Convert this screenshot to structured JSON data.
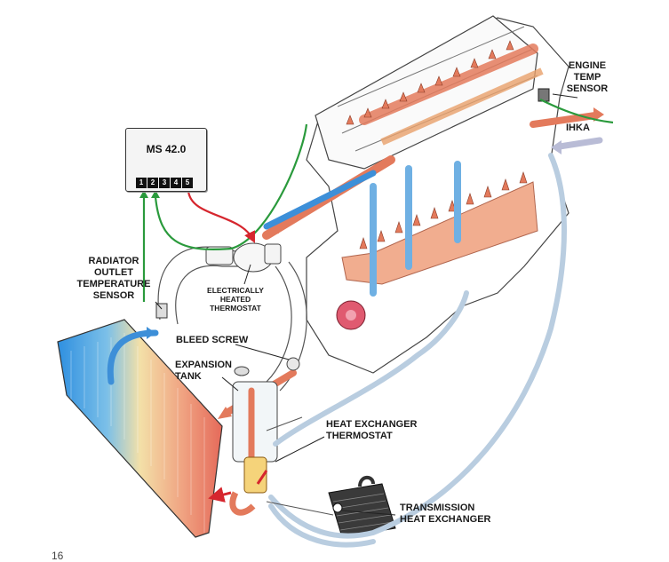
{
  "labels": {
    "ecu": "MS 42.0",
    "ecu_pins": [
      "1",
      "2",
      "3",
      "4",
      "5"
    ],
    "engine_temp_sensor": [
      "ENGINE",
      "TEMP",
      "SENSOR"
    ],
    "ihka": "IHKA",
    "radiator_outlet_sensor": [
      "RADIATOR",
      "OUTLET",
      "TEMPERATURE",
      "SENSOR"
    ],
    "electric_thermostat": [
      "ELECTRICALLY",
      "HEATED",
      "THERMOSTAT"
    ],
    "bleed_screw": "BLEED SCREW",
    "expansion_tank": [
      "EXPANSION",
      "TANK"
    ],
    "heat_exchanger_thermostat": [
      "HEAT EXCHANGER",
      "THERMOSTAT"
    ],
    "transmission_heat_exchanger": [
      "TRANSMISSION",
      "HEAT EXCHANGER"
    ],
    "page_number": "16"
  },
  "colors": {
    "hot_flow": "#e37a5c",
    "cold_flow": "#3d8fd8",
    "return_flow": "#b9cde0",
    "signal_green": "#2a9a3c",
    "signal_red": "#d6262e",
    "outline": "#333333"
  }
}
